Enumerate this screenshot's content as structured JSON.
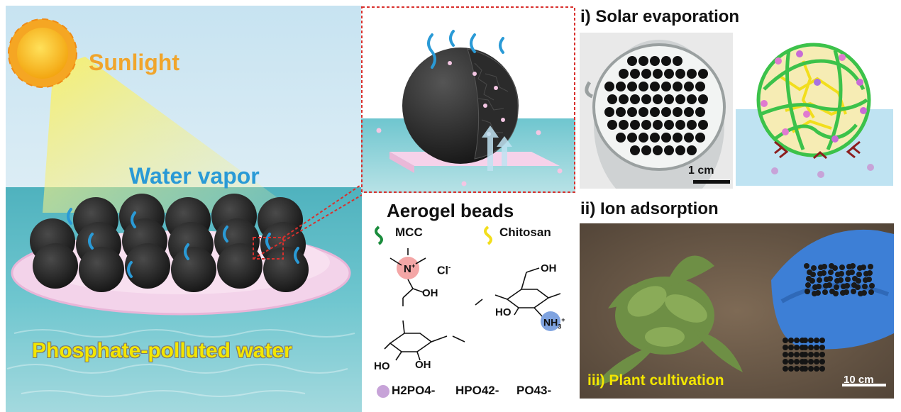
{
  "scene": {
    "sunlight_label": "Sunlight",
    "water_vapor_label": "Water vapor",
    "water_label": "Phosphate-polluted water"
  },
  "section_i": {
    "title": "i) Solar evaporation",
    "scale_bar": "1 cm"
  },
  "section_ii": {
    "title": "ii) Ion adsorption"
  },
  "section_iii": {
    "title": "iii) Plant cultivation",
    "scale_bar": "10 cm"
  },
  "beads": {
    "title": "Aerogel beads",
    "legend_mcc": "MCC",
    "legend_chitosan": "Chitosan",
    "chloride": "Cl",
    "chloride_charge": "-",
    "quat_n": "N",
    "quat_charge": "+",
    "oh1": "OH",
    "ho_left": "HO",
    "oh_bottom": "OH",
    "chitosan_oh_top": "OH",
    "chitosan_ho": "HO",
    "nh3": "NH",
    "nh3_sub": "3",
    "nh3_charge": "+"
  },
  "ions": {
    "h2po4": "H2PO4-",
    "hpo4": "HPO42-",
    "po4": "PO43-"
  },
  "colors": {
    "sun": "#f7c51d",
    "sunlight_text": "#f0a52c",
    "vapor_text": "#2a9ad6",
    "water_text": "#f3e600",
    "mcc_green": "#1a8c3c",
    "chitosan_yellow": "#f2de1c",
    "ion_purple": "#c7a3d8"
  }
}
